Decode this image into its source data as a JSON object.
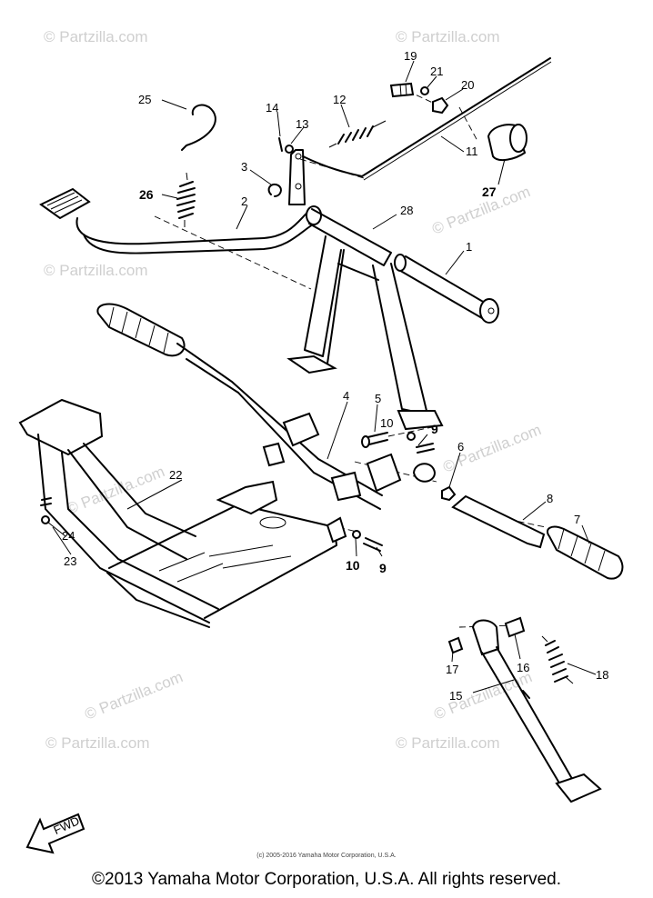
{
  "watermark": "© Partzilla.com",
  "callouts": {
    "p1": "1",
    "p2": "2",
    "p3": "3",
    "p4": "4",
    "p5": "5",
    "p6": "6",
    "p7": "7",
    "p8": "8",
    "p9a": "9",
    "p9b": "9",
    "p10a": "10",
    "p10b": "10",
    "p11": "11",
    "p12": "12",
    "p13": "13",
    "p14": "14",
    "p15": "15",
    "p16": "16",
    "p17": "17",
    "p18": "18",
    "p19": "19",
    "p20": "20",
    "p21": "21",
    "p22": "22",
    "p23": "23",
    "p24": "24",
    "p25": "25",
    "p26": "26",
    "p27": "27",
    "p28": "28"
  },
  "fwd_label": "FWD",
  "copyright_small": "(c) 2005-2016 Yamaha Motor Corporation, U.S.A.",
  "copyright": "©2013 Yamaha Motor Corporation, U.S.A. All rights reserved."
}
